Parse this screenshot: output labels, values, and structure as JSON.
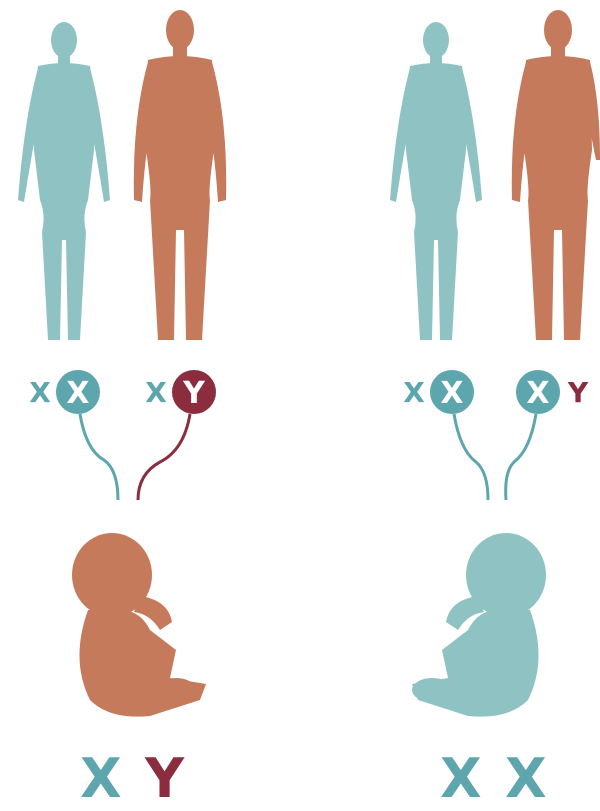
{
  "colors": {
    "female": "#8fc3c3",
    "male": "#c67a5c",
    "teal_chromosome": "#5ea6ad",
    "y_chromosome": "#8b2d3f",
    "white": "#ffffff"
  },
  "icons": {
    "female": "female-body-icon",
    "male": "male-body-icon",
    "baby": "fetus-icon"
  },
  "left": {
    "mother_chromosomes": [
      "X",
      "X"
    ],
    "father_chromosomes": [
      "X",
      "Y"
    ],
    "result": [
      "X",
      "Y"
    ]
  },
  "right": {
    "mother_chromosomes": [
      "X",
      "X"
    ],
    "father_chromosomes": [
      "X",
      "Y"
    ],
    "result": [
      "X",
      "X"
    ]
  }
}
